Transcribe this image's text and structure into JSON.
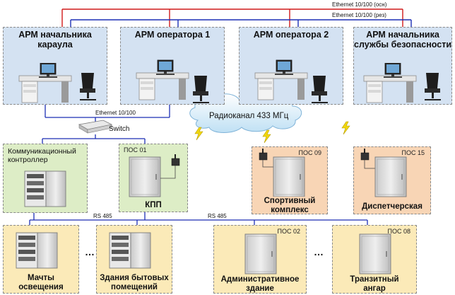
{
  "network": {
    "ethernet_main": "Ethernet 10/100 (осн)",
    "ethernet_reserve": "Ethernet 10/100 (рез)",
    "ethernet_lan": "Ethernet 10/100",
    "switch": "Switch",
    "radio": "Радиоканал 433 МГц",
    "rs485_left": "RS 485",
    "rs485_right": "RS 485",
    "colors": {
      "main_line": "#d11a1a",
      "reserve_line": "#1c2fb5",
      "lan_line": "#1c2fb5"
    }
  },
  "workstations": [
    {
      "line1": "АРМ начальника",
      "line2": "караула"
    },
    {
      "line1": "АРМ оператора 1",
      "line2": ""
    },
    {
      "line1": "АРМ оператора 2",
      "line2": ""
    },
    {
      "line1": "АРМ начальника",
      "line2": "службы безопасности"
    }
  ],
  "controller": {
    "line1": "Коммуникационный",
    "line2": "контроллер"
  },
  "posts": {
    "kpp": {
      "id": "ПОС 01",
      "label": "КПП"
    },
    "sport": {
      "id": "ПОС 09",
      "line1": "Спортивный",
      "line2": "комплекс"
    },
    "dispatch": {
      "id": "ПОС 15",
      "label": "Диспетчерская"
    },
    "admin": {
      "id": "ПОС 02",
      "line1": "Административное",
      "line2": "здание"
    },
    "hangar": {
      "id": "ПОС 08",
      "line1": "Транзитный",
      "line2": "ангар"
    }
  },
  "bottom_units": {
    "masts": {
      "line1": "Мачты",
      "line2": "освещения"
    },
    "buildings": {
      "line1": "Здания бытовых",
      "line2": "помещений"
    }
  },
  "ellipsis": "…"
}
